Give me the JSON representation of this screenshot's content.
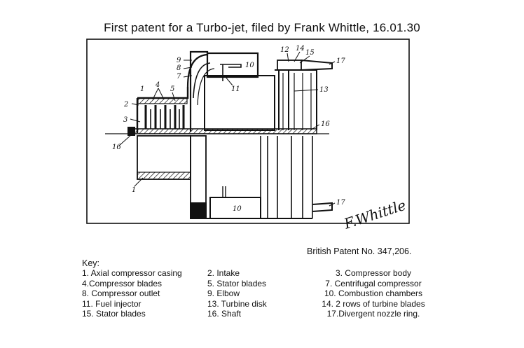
{
  "title": "First patent for a Turbo-jet, filed by Frank Whittle, 16.01.30",
  "patent_number": "British Patent No. 347,206.",
  "key_heading": "Key:",
  "key_columns": [
    [
      "1. Axial compressor casing",
      "4.Compressor blades",
      "8. Compressor outlet",
      "11. Fuel injector",
      "15. Stator blades"
    ],
    [
      "2. Intake",
      "5. Stator blades",
      "9.  Elbow",
      "13. Turbine disk",
      "16. Shaft"
    ],
    [
      "3. Compressor body",
      "7. Centrifugal compressor",
      "10. Combustion chambers",
      "14. 2 rows of turbine blades",
      "17.Divergent nozzle ring."
    ]
  ],
  "callouts": {
    "n1": "1",
    "n2": "2",
    "n3": "3",
    "n4": "4",
    "n5": "5",
    "n7": "7",
    "n8": "8",
    "n9": "9",
    "n10": "10",
    "n10b": "10",
    "n11": "11",
    "n12": "12",
    "n14": "14",
    "n15": "15",
    "n13": "13",
    "n16": "16",
    "n16b": "16",
    "n17": "17",
    "n17b": "17",
    "n1b": "1"
  },
  "signature": "F.Whittle"
}
